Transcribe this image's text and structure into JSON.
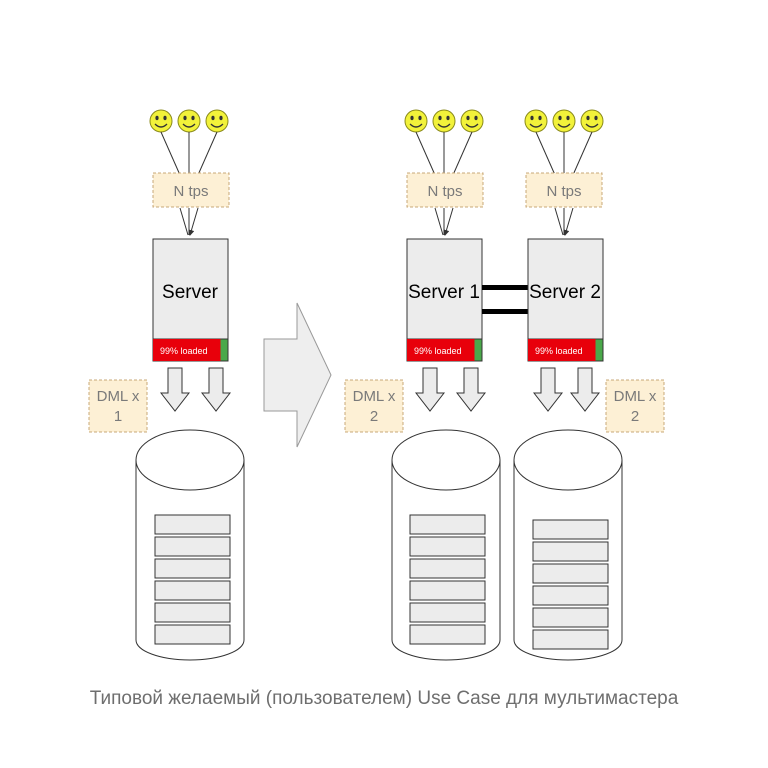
{
  "caption": "Типовой желаемый (пользователем) Use Case для мультимастера",
  "tps_label": "N tps",
  "load_label": "99% loaded",
  "servers": {
    "single": "Server",
    "first": "Server 1",
    "second": "Server 2"
  },
  "dml": {
    "single_line1": "DML x",
    "single_line2": "1",
    "multi_line1": "DML x",
    "multi_line2": "2"
  },
  "colors": {
    "smiley_fill": "#f2f23a",
    "smiley_stroke": "#8a8a1a",
    "note_fill": "#fdf0d5",
    "note_border": "#c8a878",
    "note_text": "#7a7a7a",
    "server_fill": "#ececec",
    "load_red": "#e8000b",
    "load_green": "#4aa84a",
    "db_row_fill": "#ececec",
    "arrow_fill": "#ececec",
    "big_arrow_fill": "#eeeeee"
  },
  "load_fraction": 0.9
}
